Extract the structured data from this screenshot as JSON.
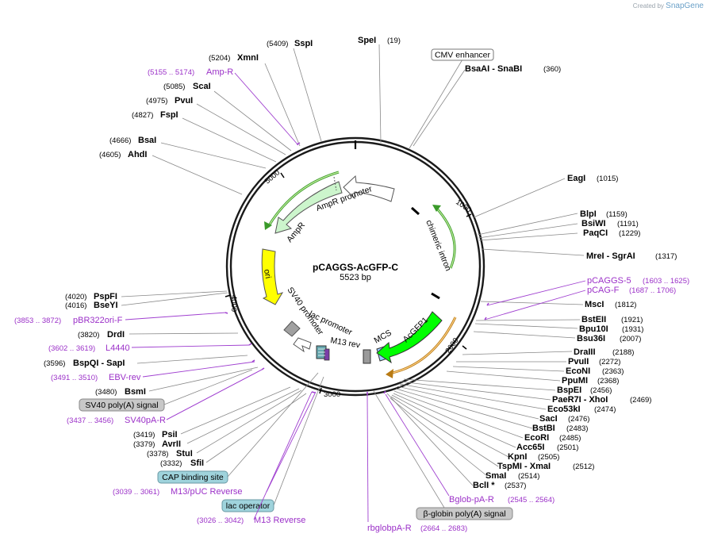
{
  "brand": {
    "created_by": "Created by",
    "name": "SnapGene"
  },
  "plasmid": {
    "name": "pCAGGS-AcGFP-C",
    "length_label": "5523 bp",
    "length": 5523
  },
  "colors": {
    "amp": "#ccf5cc",
    "ori": "#ffff00",
    "acgfp": "#00ff00",
    "mcs": "#99ccff",
    "promoter": "#ffffff",
    "polyA": "#999999",
    "primer": "#9b30c8",
    "lac": "#66a8b0"
  },
  "ticks": [
    "1000",
    "2000",
    "3000",
    "4000",
    "5000"
  ],
  "features": [
    {
      "name": "CMV enhancer",
      "type": "boxed"
    },
    {
      "name": "AmpR promoter",
      "type": "arc"
    },
    {
      "name": "AmpR",
      "type": "arc"
    },
    {
      "name": "ori",
      "type": "arc"
    },
    {
      "name": "SV40 promoter",
      "type": "arc"
    },
    {
      "name": "lac promoter",
      "type": "arc"
    },
    {
      "name": "M13 rev",
      "type": "arc"
    },
    {
      "name": "MCS",
      "type": "arc"
    },
    {
      "name": "AcGFP1",
      "type": "arc"
    },
    {
      "name": "chimeric intron",
      "type": "arc"
    },
    {
      "name": "SV40 poly(A) signal",
      "type": "boxed"
    },
    {
      "name": "CAP binding site",
      "type": "boxed"
    },
    {
      "name": "lac operator",
      "type": "boxed"
    },
    {
      "name": "β-globin poly(A) signal",
      "type": "boxed"
    }
  ],
  "sites_right": [
    {
      "name": "EagI",
      "pos": "(1015)"
    },
    {
      "name": "BlpI",
      "pos": "(1159)"
    },
    {
      "name": "BsiWI",
      "pos": "(1191)"
    },
    {
      "name": "PaqCI",
      "pos": "(1229)"
    },
    {
      "name": "MreI - SgrAI",
      "pos": "(1317)"
    },
    {
      "name": "MscI",
      "pos": "(1812)"
    },
    {
      "name": "BstEII",
      "pos": "(1921)"
    },
    {
      "name": "Bpu10I",
      "pos": "(1931)"
    },
    {
      "name": "Bsu36I",
      "pos": "(2007)"
    },
    {
      "name": "DraIII",
      "pos": "(2188)"
    },
    {
      "name": "PvuII",
      "pos": "(2272)"
    },
    {
      "name": "EcoNI",
      "pos": "(2363)"
    },
    {
      "name": "PpuMI",
      "pos": "(2368)"
    },
    {
      "name": "BspEI",
      "pos": "(2456)"
    },
    {
      "name": "PaeR7I - XhoI",
      "pos": "(2469)"
    },
    {
      "name": "Eco53kI",
      "pos": "(2474)"
    },
    {
      "name": "SacI",
      "pos": "(2476)"
    },
    {
      "name": "BstBI",
      "pos": "(2483)"
    },
    {
      "name": "EcoRI",
      "pos": "(2485)"
    },
    {
      "name": "Acc65I",
      "pos": "(2501)"
    },
    {
      "name": "KpnI",
      "pos": "(2505)"
    },
    {
      "name": "TspMI - XmaI",
      "pos": "(2512)"
    },
    {
      "name": "SmaI",
      "pos": "(2514)"
    },
    {
      "name": "BclI *",
      "pos": "(2537)"
    }
  ],
  "sites_top": [
    {
      "name": "SspI",
      "pos": "(5409)"
    },
    {
      "name": "SpeI",
      "pos": "(19)"
    },
    {
      "name": "XmnI",
      "pos": "(5204)"
    },
    {
      "name": "ScaI",
      "pos": "(5085)"
    },
    {
      "name": "PvuI",
      "pos": "(4975)"
    },
    {
      "name": "FspI",
      "pos": "(4827)"
    },
    {
      "name": "BsaI",
      "pos": "(4666)"
    },
    {
      "name": "AhdI",
      "pos": "(4605)"
    },
    {
      "name": "BsaAI - SnaBI",
      "pos": "(360)"
    }
  ],
  "sites_left": [
    {
      "name": "PspFI",
      "pos": "(4020)"
    },
    {
      "name": "BseYI",
      "pos": "(4016)"
    },
    {
      "name": "DrdI",
      "pos": "(3820)"
    },
    {
      "name": "BspQI - SapI",
      "pos": "(3596)"
    },
    {
      "name": "BsmI",
      "pos": "(3480)"
    },
    {
      "name": "PsiI",
      "pos": "(3419)"
    },
    {
      "name": "AvrII",
      "pos": "(3379)"
    },
    {
      "name": "StuI",
      "pos": "(3378)"
    },
    {
      "name": "SfiI",
      "pos": "(3332)"
    }
  ],
  "primers": [
    {
      "name": "Amp-R",
      "range": "(5155 .. 5174)"
    },
    {
      "name": "pCAGGS-5",
      "range": "(1603 .. 1625)"
    },
    {
      "name": "pCAG-F",
      "range": "(1687 .. 1706)"
    },
    {
      "name": "pBR322ori-F",
      "range": "(3853 .. 3872)"
    },
    {
      "name": "L4440",
      "range": "(3602 .. 3619)"
    },
    {
      "name": "EBV-rev",
      "range": "(3491 .. 3510)"
    },
    {
      "name": "SV40pA-R",
      "range": "(3437 .. 3456)"
    },
    {
      "name": "M13/pUC Reverse",
      "range": "(3039 .. 3061)"
    },
    {
      "name": "M13 Reverse",
      "range": "(3026 .. 3042)"
    },
    {
      "name": "Bglob-pA-R",
      "range": "(2545 .. 2564)"
    },
    {
      "name": "rbglobpA-R",
      "range": "(2664 .. 2683)"
    }
  ]
}
